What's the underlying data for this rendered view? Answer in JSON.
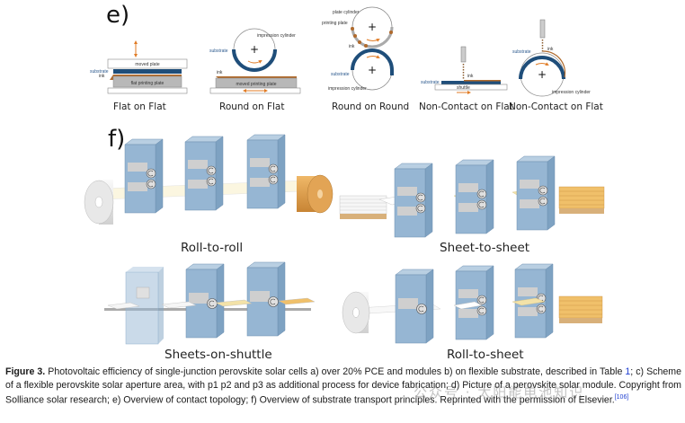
{
  "panel_e": {
    "label": "e)",
    "diagrams": [
      {
        "title": "Flat on Flat",
        "labels": {
          "top": "moved plate",
          "substrate": "substrate",
          "ink": "ink",
          "bottom": "flat printing plate"
        }
      },
      {
        "title": "Round on Flat",
        "labels": {
          "cylinder": "impression cylinder",
          "substrate": "substrate",
          "ink": "ink",
          "plate": "moved printing plate"
        }
      },
      {
        "title": "Round on Round",
        "labels": {
          "plate_cylinder": "plate cylinder",
          "printing_plate": "printing plate",
          "ink": "ink",
          "substrate": "substrate",
          "impression_cylinder": "impression cylinder"
        }
      },
      {
        "title": "Non-Contact on Flat",
        "labels": {
          "ink": "ink",
          "substrate": "substrate",
          "shuttle": "shuttle"
        }
      },
      {
        "title": "Non-Contact on Flat",
        "labels": {
          "substrate": "substrate",
          "ink": "ink",
          "cylinder": "impression cylinder"
        }
      }
    ]
  },
  "panel_f": {
    "label": "f)",
    "diagrams": [
      {
        "title": "Roll-to-roll"
      },
      {
        "title": "Sheet-to-sheet"
      },
      {
        "title": "Sheets-on-shuttle"
      },
      {
        "title": "Roll-to-sheet"
      }
    ]
  },
  "caption": {
    "figure_label": "Figure 3.",
    "text_1": " Photovoltaic efficiency of single-junction perovskite solar cells a) over 20% PCE and modules b) on flexible substrate, described in Table ",
    "table_ref": "1",
    "text_2": "; c) Scheme of a flexible perovskite solar aperture area, with p1 p2 and p3 as additional process for device fabrication; d) Picture of a perovskite solar module. Copyright from Solliance solar research; e) Overview of contact topology; f) Overview of substrate transport principles. Reprinted with the permission of Elsevier.",
    "citation": "[106]"
  },
  "watermark": "公众号 · 太阳能电池知识",
  "colors": {
    "substrate_blue": "#1f4e7a",
    "ink_brown": "#b06a2c",
    "arrow_orange": "#e07b25",
    "machine_blue": "#8fb0cc",
    "roll_orange": "#e0a050",
    "sheet_yellow": "#f3e2a8"
  }
}
